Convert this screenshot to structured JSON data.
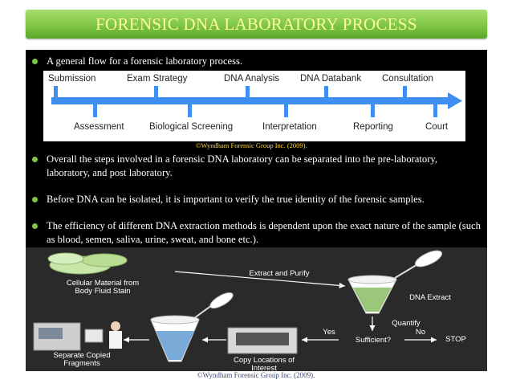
{
  "title": "FORENSIC DNA LABORATORY PROCESS",
  "bullets": [
    "A general flow for a forensic laboratory process.",
    "Overall the steps  involved in a forensic DNA laboratory can be separated into the pre-laboratory, laboratory, and post laboratory.",
    "Before DNA can be isolated, it is important to verify  the true identity of the forensic samples.",
    "The efficiency of different DNA extraction methods is dependent upon the exact nature of the sample (such as blood, semen, saliva, urine, sweat, and bone etc.)."
  ],
  "timeline": {
    "top_labels": [
      "Submission",
      "Exam Strategy",
      "DNA Analysis",
      "DNA Databank",
      "Consultation"
    ],
    "bottom_labels": [
      "Assessment",
      "Biological Screening",
      "Interpretation",
      "Reporting",
      "Court"
    ]
  },
  "credit_top": "©Wyndham Forensic Group Inc. (2009).",
  "flow": {
    "cellular": "Cellular Material from Body Fluid Stain",
    "extract": "Extract and Purify",
    "dna_extract": "DNA Extract",
    "quantify": "Quantify",
    "sufficient": "Sufficient?",
    "yes": "Yes",
    "no": "No",
    "stop": "STOP",
    "copy": "Copy Locations of Interest",
    "separate": "Separate Copied Fragments"
  },
  "credit_bottom": "©Wyndham Forensic Group Inc. (2009).",
  "colors": {
    "title_green": "#7fc645",
    "title_text": "#fbfc9a",
    "arrow_blue": "#3f8ff0",
    "bullet_green": "#7fc645",
    "credit_gold": "#ffd733"
  }
}
